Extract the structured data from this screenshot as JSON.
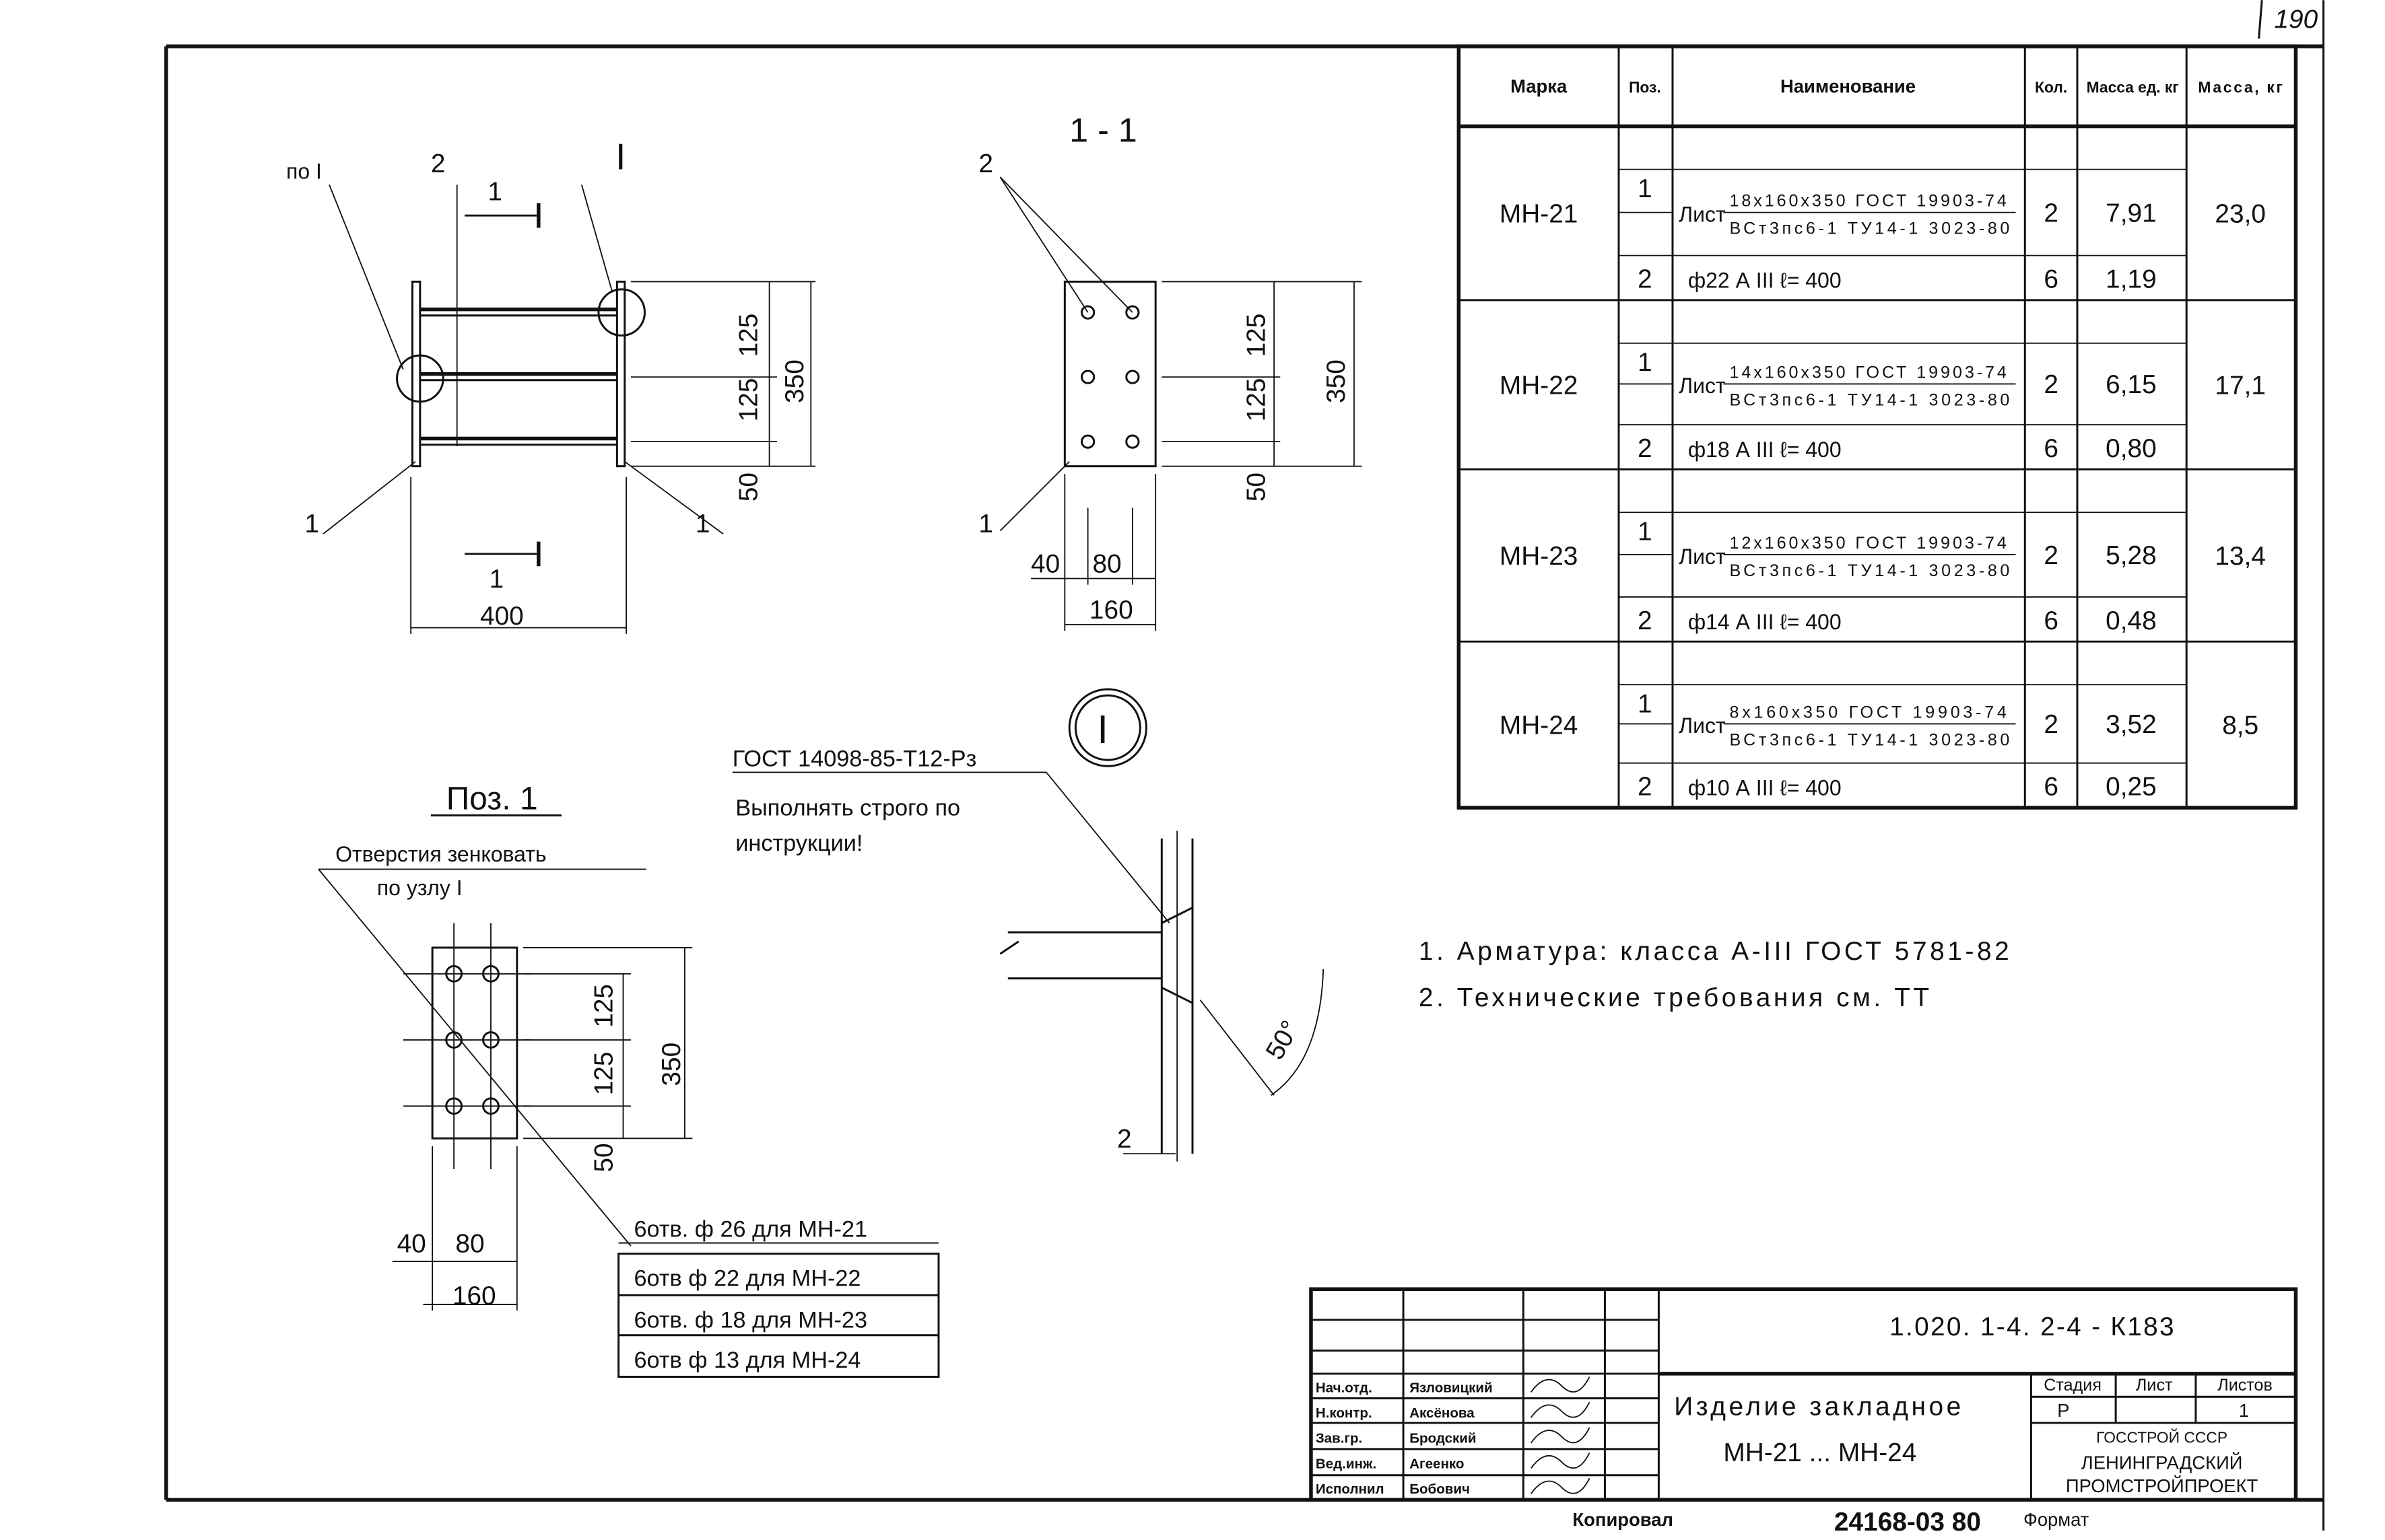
{
  "sheet_number": "190",
  "table": {
    "headers": [
      "Марка",
      "Поз.",
      "Наименование",
      "Кол.",
      "Масса ед. кг",
      "Масса, кг"
    ],
    "groups": [
      {
        "mark": "МН-21",
        "total": "23,0",
        "rows": [
          {
            "pos": "1",
            "prefix": "Лист",
            "top": "18x160x350 ГОСТ 19903-74",
            "bottom": "ВСт3пс6-1 ТУ14-1 3023-80",
            "qty": "2",
            "mass": "7,91"
          },
          {
            "pos": "2",
            "name": "ф22 А III     ℓ= 400",
            "qty": "6",
            "mass": "1,19"
          }
        ]
      },
      {
        "mark": "МН-22",
        "total": "17,1",
        "rows": [
          {
            "pos": "1",
            "prefix": "Лист",
            "top": "14x160x350 ГОСТ 19903-74",
            "bottom": "ВСт3пс6-1 ТУ14-1 3023-80",
            "qty": "2",
            "mass": "6,15"
          },
          {
            "pos": "2",
            "name": "ф18 А III     ℓ= 400",
            "qty": "6",
            "mass": "0,80"
          }
        ]
      },
      {
        "mark": "МН-23",
        "total": "13,4",
        "rows": [
          {
            "pos": "1",
            "prefix": "Лист",
            "top": "12x160x350 ГОСТ 19903-74",
            "bottom": "ВСт3пс6-1 ТУ14-1 3023-80",
            "qty": "2",
            "mass": "5,28"
          },
          {
            "pos": "2",
            "name": "ф14 А III     ℓ= 400",
            "qty": "6",
            "mass": "0,48"
          }
        ]
      },
      {
        "mark": "МН-24",
        "total": "8,5",
        "rows": [
          {
            "pos": "1",
            "prefix": "Лист",
            "top": "8x160x350 ГОСТ 19903-74",
            "bottom": "ВСт3пс6-1 ТУ14-1 3023-80",
            "qty": "2",
            "mass": "3,52"
          },
          {
            "pos": "2",
            "name": "ф10 А III     ℓ= 400",
            "qty": "6",
            "mass": "0,25"
          }
        ]
      }
    ]
  },
  "front_view": {
    "ref_label": "по I",
    "pos2": "2",
    "section_mark": "1",
    "detail_mark": "I",
    "pos1_left": "1",
    "pos1_right": "1",
    "dim_width": "400",
    "dim_125a": "125",
    "dim_125b": "125",
    "dim_50": "50",
    "dim_350": "350"
  },
  "section_view": {
    "title": "1 - 1",
    "pos2": "2",
    "pos1": "1",
    "dim_125a": "125",
    "dim_125b": "125",
    "dim_50": "50",
    "dim_350": "350",
    "dim_40": "40",
    "dim_80": "80",
    "dim_160": "160"
  },
  "detail": {
    "mark": "I",
    "standard": "ГОСТ 14098-85-Т12-Рз",
    "instruction_1": "Выполнять строго по",
    "instruction_2": "инструкции!",
    "angle": "50°",
    "pos": "2"
  },
  "part1": {
    "title": "Поз. 1",
    "note_1": "Отверстия зенковать",
    "note_2": "по узлу I",
    "dim_125a": "125",
    "dim_125b": "125",
    "dim_50": "50",
    "dim_350": "350",
    "dim_40": "40",
    "dim_80": "80",
    "dim_160": "160",
    "holes": [
      "6отв. ф 26 для МН-21",
      "6отв ф 22 для МН-22",
      "6отв. ф 18 для МН-23",
      "6отв ф 13 для МН-24"
    ]
  },
  "notes": [
    "1. Арматура: класса А-III ГОСТ 5781-82",
    "2. Технические требования см. ТТ"
  ],
  "title_block": {
    "doc_code": "1.020. 1-4. 2-4 - К183",
    "title_1": "Изделие закладное",
    "title_2": "МН-21 ... МН-24",
    "stage_label": "Стадия",
    "sheet_label": "Лист",
    "sheets_label": "Листов",
    "stage": "Р",
    "sheet": "",
    "sheets": "1",
    "org_1": "ГОССТРОЙ СССР",
    "org_2": "ЛЕНИНГРАДСКИЙ",
    "org_3": "ПРОМСТРОЙПРОЕКТ",
    "staff": [
      {
        "role": "Нач.отд.",
        "name": "Язловицкий"
      },
      {
        "role": "Н.контр.",
        "name": "Аксёнова"
      },
      {
        "role": "Зав.гр.",
        "name": "Бродский"
      },
      {
        "role": "Вед.инж.",
        "name": "Агеенко"
      },
      {
        "role": "Исполнил",
        "name": "Бобович"
      }
    ]
  },
  "footer": {
    "copied": "Копировал",
    "number": "24168-03 80",
    "format": "Формат"
  }
}
